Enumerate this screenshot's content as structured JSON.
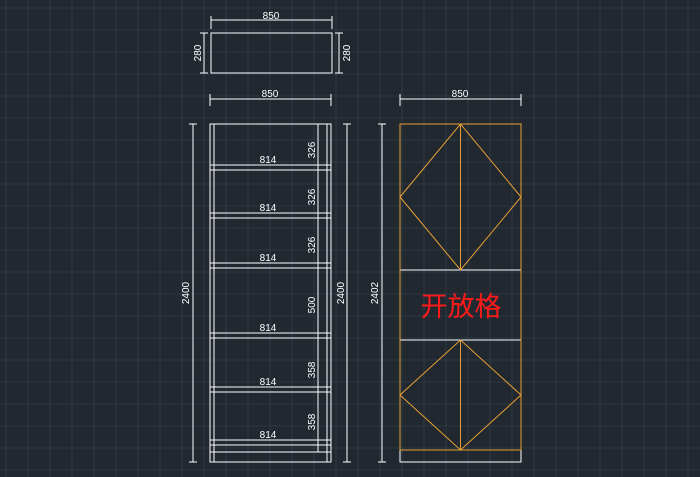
{
  "top_view": {
    "width_label": "850",
    "depth_left_label": "280",
    "depth_right_label": "280"
  },
  "front_view": {
    "width_label": "850",
    "height_left_label": "2400",
    "height_right_label": "2400",
    "shelf_width_label": "814",
    "compartments": [
      {
        "height_label": "326"
      },
      {
        "height_label": "326"
      },
      {
        "height_label": "326"
      },
      {
        "height_label": "500"
      },
      {
        "height_label": "358"
      },
      {
        "height_label": "358"
      }
    ]
  },
  "door_view": {
    "width_label": "850",
    "height_label": "2402",
    "open_section_label": "开放格"
  },
  "colors": {
    "background": "#212830",
    "grid": "#3a4450",
    "lines": "#ffffff",
    "door_lines": "#e8a032",
    "label": "#ff1a1a"
  }
}
